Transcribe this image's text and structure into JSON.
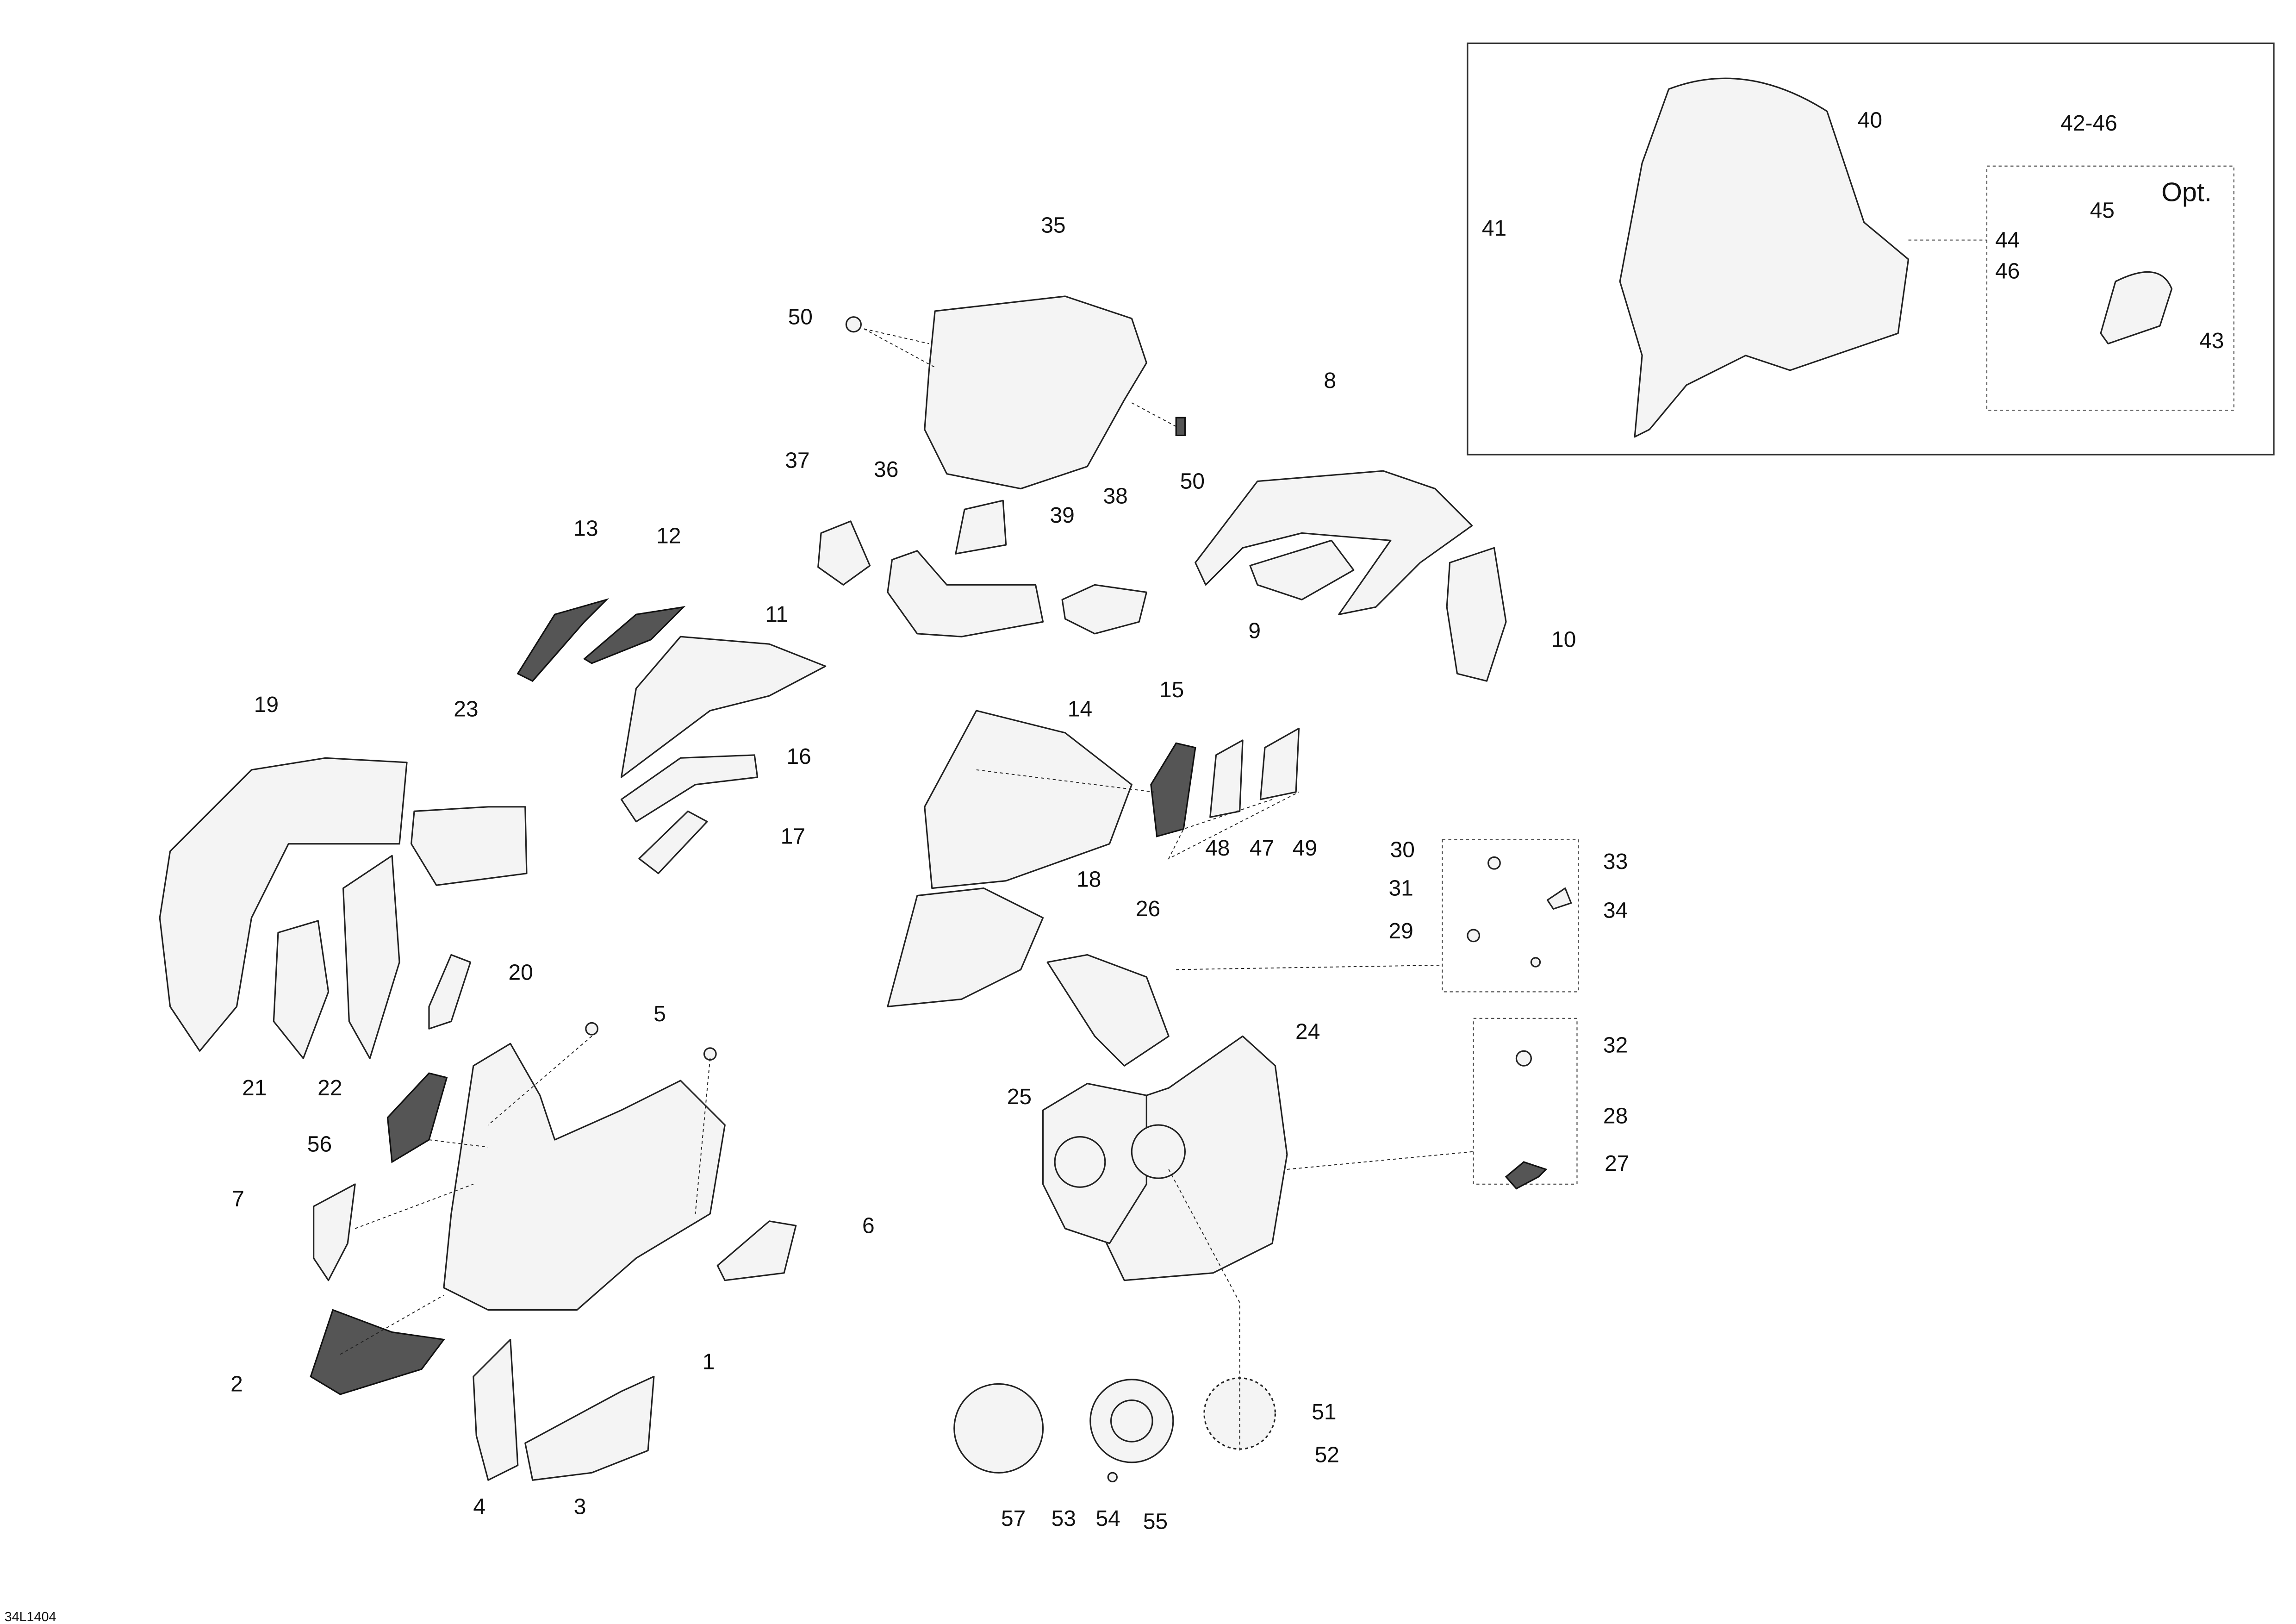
{
  "diagram_code": "34L1404",
  "optional_label": "Opt.",
  "callouts": [
    "1",
    "2",
    "3",
    "4",
    "5",
    "6",
    "7",
    "8",
    "9",
    "10",
    "11",
    "12",
    "13",
    "14",
    "15",
    "16",
    "17",
    "18",
    "19",
    "20",
    "21",
    "22",
    "23",
    "24",
    "25",
    "26",
    "27",
    "28",
    "29",
    "30",
    "31",
    "32",
    "33",
    "34",
    "35",
    "36",
    "37",
    "38",
    "39",
    "40",
    "41",
    "42-46",
    "43",
    "44",
    "45",
    "46",
    "47",
    "48",
    "49",
    "50",
    "50",
    "51",
    "52",
    "53",
    "54",
    "55",
    "56",
    "57"
  ]
}
